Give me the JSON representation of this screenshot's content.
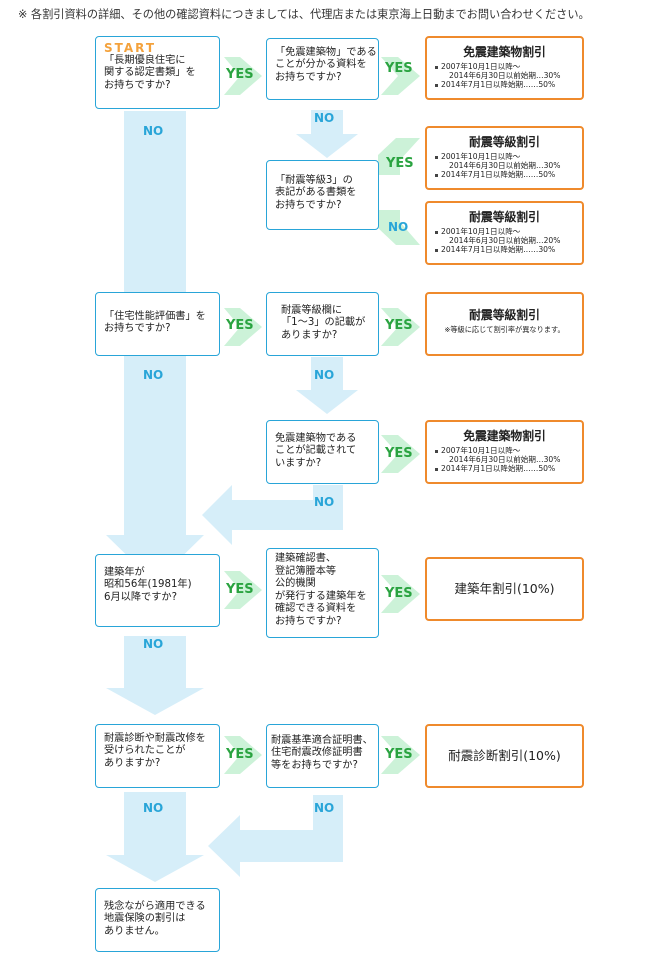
{
  "note": "※ 各割引資料の詳細、その他の確認資料につきましては、代理店または東京海上日動までお問い合わせください。",
  "labels": {
    "yes": "YES",
    "no": "NO"
  },
  "q1": {
    "start": "START",
    "lines": [
      "「長期優良住宅に",
      "関する認定書類」を",
      "お持ちですか?"
    ]
  },
  "q1b": {
    "lines": [
      "「免震建築物」である",
      "ことが分かる資料を",
      "お持ちですか?"
    ]
  },
  "q1c": {
    "lines": [
      "「耐震等級3」の",
      "表記がある書類を",
      "お持ちですか?"
    ]
  },
  "q2": {
    "lines": [
      "「住宅性能評価書」を",
      "お持ちですか?"
    ]
  },
  "q2b": {
    "lines": [
      "耐震等級欄に",
      "「1～3」の記載が",
      "ありますか?"
    ]
  },
  "q2c": {
    "lines": [
      "免震建築物である",
      "ことが記載されて",
      "いますか?"
    ]
  },
  "q3": {
    "lines": [
      "建築年が",
      "昭和56年(1981年)",
      "6月以降ですか?"
    ]
  },
  "q3b": {
    "lines": [
      "建築確認書、",
      "登記簿謄本等",
      "公的機関",
      "が発行する建築年を",
      "確認できる資料を",
      "お持ちですか?"
    ]
  },
  "q4": {
    "lines": [
      "耐震診断や耐震改修を",
      "受けられたことが",
      "ありますか?"
    ]
  },
  "q4b": {
    "lines": [
      "耐震基準適合証明書、",
      "住宅耐震改修証明書",
      "等をお持ちですか?"
    ]
  },
  "end": {
    "lines": [
      "残念ながら適用できる",
      "地震保険の割引は",
      "ありません。"
    ]
  },
  "r1": {
    "title": "免震建築物割引",
    "items": [
      "2007年10月1日以降～",
      "2014年6月30日以前始期…30%",
      "2014年7月1日以降始期……50%"
    ]
  },
  "r2": {
    "title": "耐震等級割引",
    "items": [
      "2001年10月1日以降～",
      "2014年6月30日以前始期…30%",
      "2014年7月1日以降始期……50%"
    ]
  },
  "r3": {
    "title": "耐震等級割引",
    "items": [
      "2001年10月1日以降～",
      "2014年6月30日以前始期…20%",
      "2014年7月1日以降始期……30%"
    ]
  },
  "r4": {
    "title": "耐震等級割引",
    "note": "※等級に応じて割引率が異なります。"
  },
  "r5": {
    "title": "免震建築物割引",
    "items": [
      "2007年10月1日以降～",
      "2014年6月30日以前始期…30%",
      "2014年7月1日以降始期……50%"
    ]
  },
  "r6": {
    "title": "建築年割引(10%)"
  },
  "r7": {
    "title": "耐震診断割引(10%)"
  },
  "colors": {
    "box_border": "#29a5d8",
    "result_border": "#ef8a2c",
    "yes": "#2aa340",
    "no": "#29a5d8",
    "arrow_green": "#ccf2d8",
    "arrow_blue": "#d6eef9"
  }
}
